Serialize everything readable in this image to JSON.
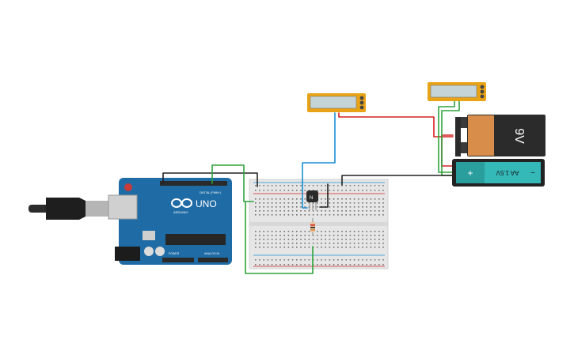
{
  "canvas": {
    "arduino": {
      "logo_text": "UNO",
      "brand_text": "ARDUINO",
      "digital_label": "DIGITAL (PWM~)",
      "power_label": "POWER",
      "analog_label": "ANALOG IN"
    },
    "breadboard": {},
    "battery_9v": {
      "label": "9V"
    },
    "battery_aa": {
      "label": "AA 1.5V",
      "plus": "+",
      "minus": "−"
    },
    "multimeter_left": {},
    "multimeter_right": {},
    "sensor": {
      "label": "N"
    },
    "colors": {
      "arduino_blue": "#1f6ba5",
      "breadboard": "#e6e6e6",
      "wire_black": "#222222",
      "wire_green": "#2ea43a",
      "wire_red": "#d42020",
      "wire_blue": "#1a8fd6",
      "meter_frame": "#e8a317",
      "battery_copper": "#d88d4a",
      "battery_teal": "#35b8b8"
    }
  }
}
